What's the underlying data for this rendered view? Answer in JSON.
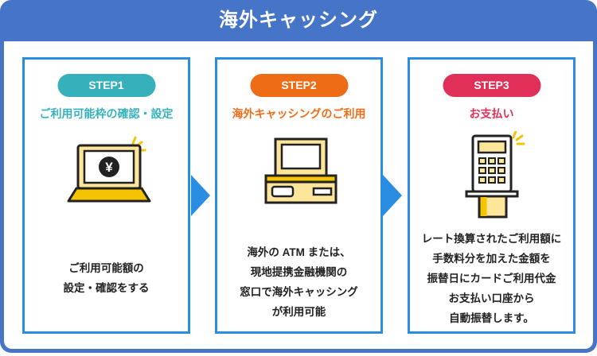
{
  "title": "海外キャッシング",
  "colors": {
    "frame": "#4675c8",
    "card_border": "#2a8de2",
    "step1": "#36b0bb",
    "step2": "#ef6c17",
    "step3": "#e0305a",
    "icon_fill": "#fde59a"
  },
  "steps": [
    {
      "label": "STEP1",
      "subtitle": "ご利用可能枠の確認・設定",
      "icon": "laptop-yen-icon",
      "desc": "ご利用可能額の\n設定・確認をする"
    },
    {
      "label": "STEP2",
      "subtitle": "海外キャッシングのご利用",
      "icon": "atm-icon",
      "desc": "海外の ATM または、\n現地提携金融機関の\n窓口で海外キャッシング\nが利用可能"
    },
    {
      "label": "STEP3",
      "subtitle": "お支払い",
      "icon": "card-terminal-icon",
      "desc": "レート換算されたご利用額に\n手数料分を加えた金額を\n振替日にカードご利用代金\nお支払い口座から\n自動振替します。"
    }
  ]
}
